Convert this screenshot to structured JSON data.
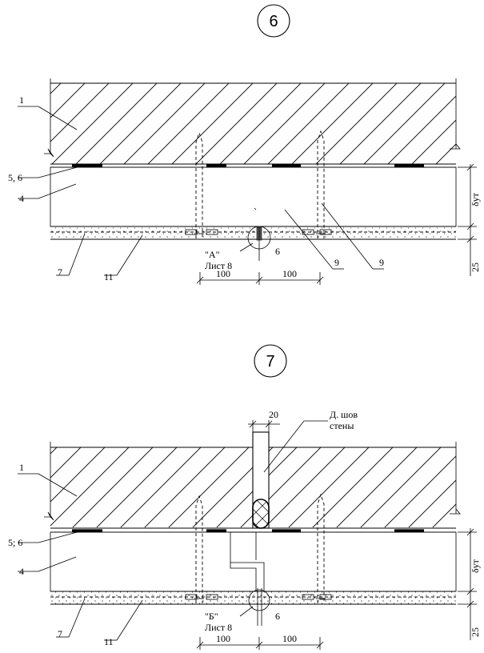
{
  "details": [
    {
      "number": "6",
      "callouts": {
        "structure": "1",
        "fasteners": "5, 6",
        "insulation": "4",
        "mesh": "7",
        "plaster": "11",
        "anchor_left": "9",
        "anchor_right": "9",
        "node_ref": "\"А\"",
        "sheet_ref": "Лист 8",
        "profile": "6"
      },
      "dims": {
        "left": "100",
        "right": "100",
        "insulation": "δут",
        "plaster": "25"
      }
    },
    {
      "number": "7",
      "callouts": {
        "structure": "1",
        "fasteners": "5; 6",
        "insulation": "4",
        "mesh": "7",
        "plaster": "11",
        "joint_width": "20",
        "joint_line1": "Д. шов",
        "joint_line2": "стены",
        "node_ref": "\"Б\"",
        "sheet_ref": "Лист 8",
        "profile": "6"
      },
      "dims": {
        "left": "100",
        "right": "100",
        "insulation": "δут",
        "plaster": "25"
      }
    }
  ]
}
